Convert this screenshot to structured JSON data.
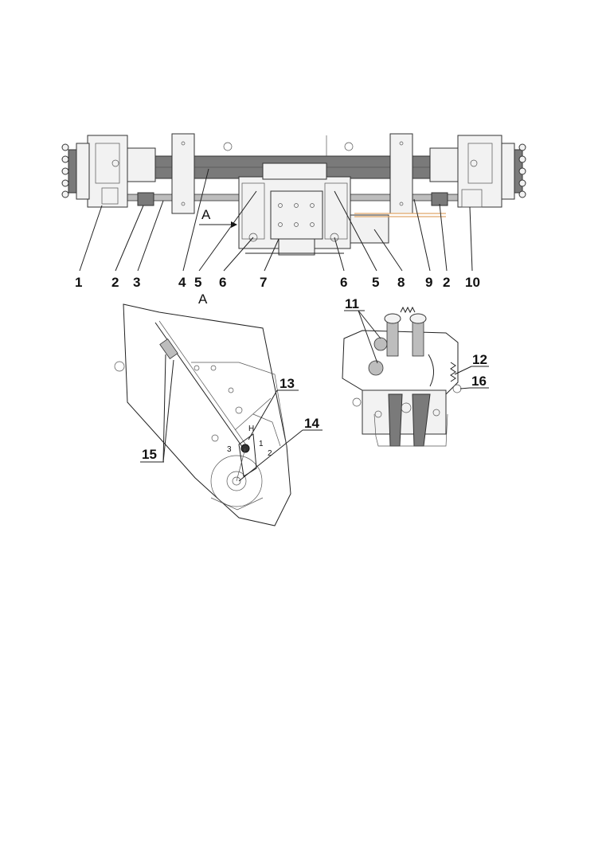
{
  "figure": {
    "axle_labels": [
      "1",
      "2",
      "3",
      "4",
      "5",
      "6",
      "7",
      "6",
      "5",
      "8",
      "9",
      "2",
      "10"
    ],
    "view_arrow_label": "A",
    "view_title": "A",
    "detail_left_labels": [
      "13",
      "14",
      "15"
    ],
    "detail_left_small_labels": [
      "H",
      "1",
      "2",
      "3"
    ],
    "detail_right_labels": [
      "11",
      "12",
      "16"
    ]
  }
}
